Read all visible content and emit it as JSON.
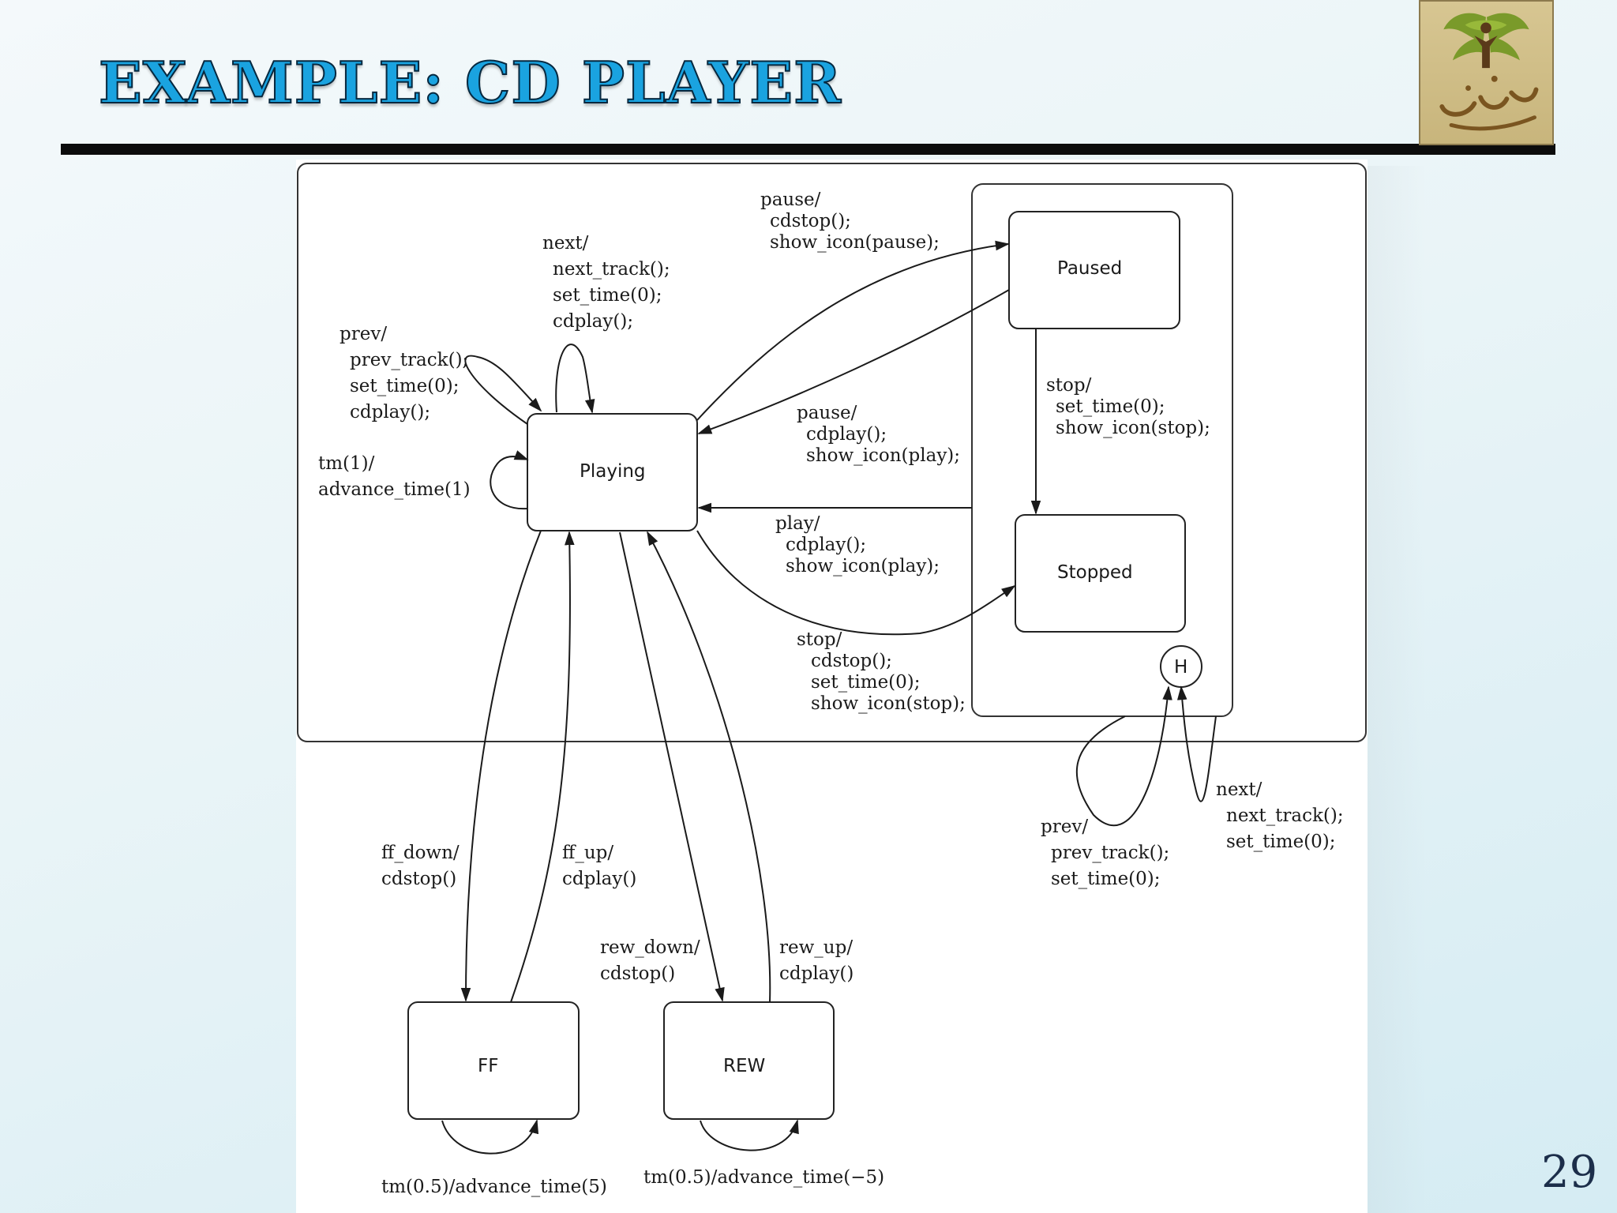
{
  "slide": {
    "title": "EXAMPLE: CD PLAYER",
    "number": "29",
    "logo_icon": "tree-person-logo-icon"
  },
  "states": {
    "playing": "Playing",
    "paused": "Paused",
    "stopped": "Stopped",
    "history": "H",
    "ff": "FF",
    "rew": "REW"
  },
  "transitions": {
    "prev_self": [
      "prev/",
      "prev_track();",
      "set_time(0);",
      "cdplay();"
    ],
    "next_self": [
      "next/",
      "next_track();",
      "set_time(0);",
      "cdplay();"
    ],
    "tm_self": [
      "tm(1)/",
      "advance_time(1)"
    ],
    "pause_to_paused": [
      "pause/",
      "cdstop();",
      "show_icon(pause);"
    ],
    "pause_to_playing": [
      "pause/",
      "cdplay();",
      "show_icon(play);"
    ],
    "paused_stop": [
      "stop/",
      "set_time(0);",
      "show_icon(stop);"
    ],
    "play_to_playing": [
      "play/",
      "cdplay();",
      "show_icon(play);"
    ],
    "stop_to_stopped": [
      "stop/",
      "cdstop();",
      "set_time(0);",
      "show_icon(stop);"
    ],
    "history_next": [
      "next/",
      "next_track();",
      "set_time(0);"
    ],
    "history_prev": [
      "prev/",
      "prev_track();",
      "set_time(0);"
    ],
    "ff_down": [
      "ff_down/",
      "cdstop()"
    ],
    "ff_up": [
      "ff_up/",
      "cdplay()"
    ],
    "rew_down": [
      "rew_down/",
      "cdstop()"
    ],
    "rew_up": [
      "rew_up/",
      "cdplay()"
    ],
    "ff_tm": [
      "tm(0.5)/advance_time(5)"
    ],
    "rew_tm": [
      "tm(0.5)/advance_time(−5)"
    ]
  },
  "colors": {
    "title_fill": "#1aa3e0",
    "title_stroke": "#06283f",
    "rule": "#0c0c0c",
    "logo_bg": "#d7c692"
  }
}
